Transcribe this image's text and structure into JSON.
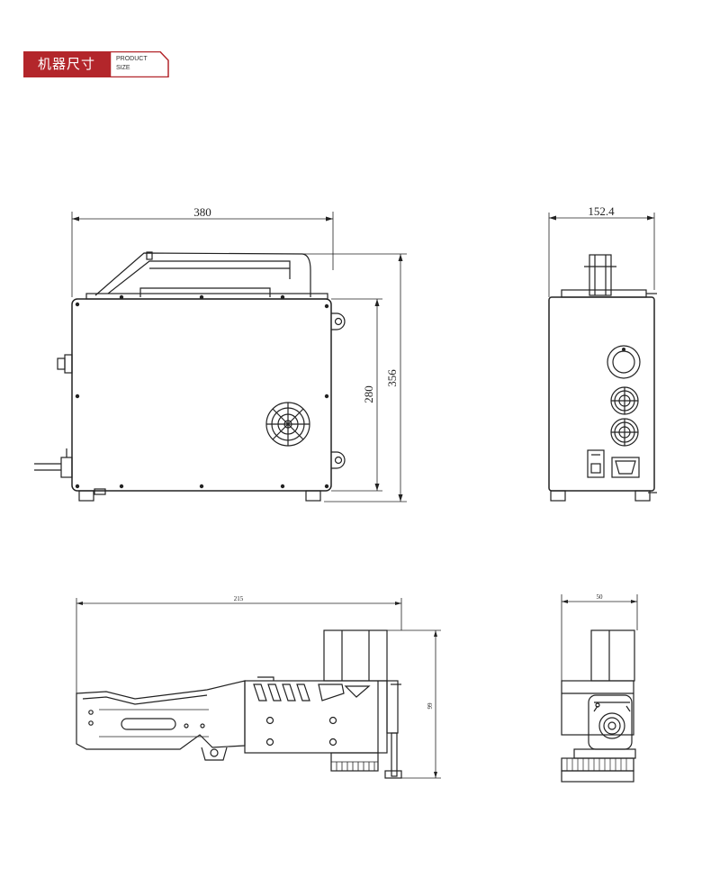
{
  "header": {
    "title_cn": "机器尺寸",
    "title_en_line1": "PRODUCT",
    "title_en_line2": "SIZE",
    "accent": "#b3262b"
  },
  "dimensions": {
    "front_width": "380",
    "front_total_height": "356",
    "front_body_height": "280",
    "side_width": "152.4",
    "gun_length": "215",
    "gun_height": "99",
    "gun_end_width": "50"
  }
}
